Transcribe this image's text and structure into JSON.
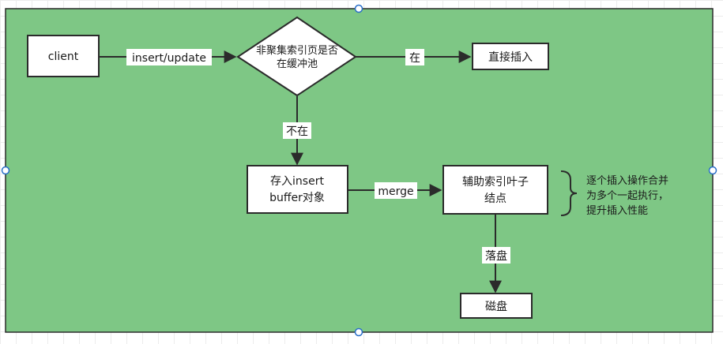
{
  "diagram": {
    "background_color": "#7ec785",
    "node_fill": "#ffffff",
    "stroke_color": "#2b2b2b",
    "handle_color": "#2a6fc9",
    "nodes": {
      "client": "client",
      "decision": [
        "非聚集索引页是否",
        "在缓冲池"
      ],
      "direct_insert": "直接插入",
      "insert_buffer": [
        "存入insert",
        "buffer对象"
      ],
      "aux_leaf": [
        "辅助索引叶子",
        "结点"
      ],
      "disk": "磁盘"
    },
    "edges": {
      "client_to_decision": "insert/update",
      "decision_yes": "在",
      "decision_no": "不在",
      "merge": "merge",
      "to_disk": "落盘"
    },
    "note": [
      "逐个插入操作合并",
      "为多个一起执行，",
      "提升插入性能"
    ]
  }
}
